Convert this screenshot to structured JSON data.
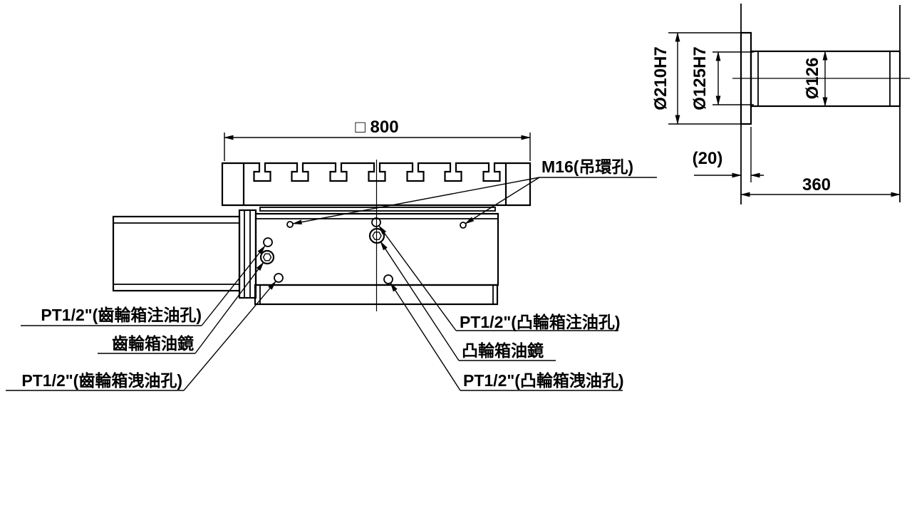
{
  "page": {
    "background": "#ffffff",
    "line_color": "#000000"
  },
  "front_view": {
    "dim_table_width": "□ 800",
    "labels": {
      "m16": "M16(吊環孔)",
      "gear_fill": "PT1/2\"(齒輪箱注油孔)",
      "gear_sight": "齒輪箱油鏡",
      "gear_drain": "PT1/2\"(齒輪箱洩油孔)",
      "cam_fill": "PT1/2\"(凸輪箱注油孔)",
      "cam_sight": "凸輪箱油鏡",
      "cam_drain": "PT1/2\"(凸輪箱洩油孔)"
    }
  },
  "side_view": {
    "dims": {
      "flange_dia": "Ø210H7",
      "pilot_dia": "Ø125H7",
      "shaft_dia": "Ø126",
      "flange_thickness": "(20)",
      "shaft_length": "360"
    }
  }
}
